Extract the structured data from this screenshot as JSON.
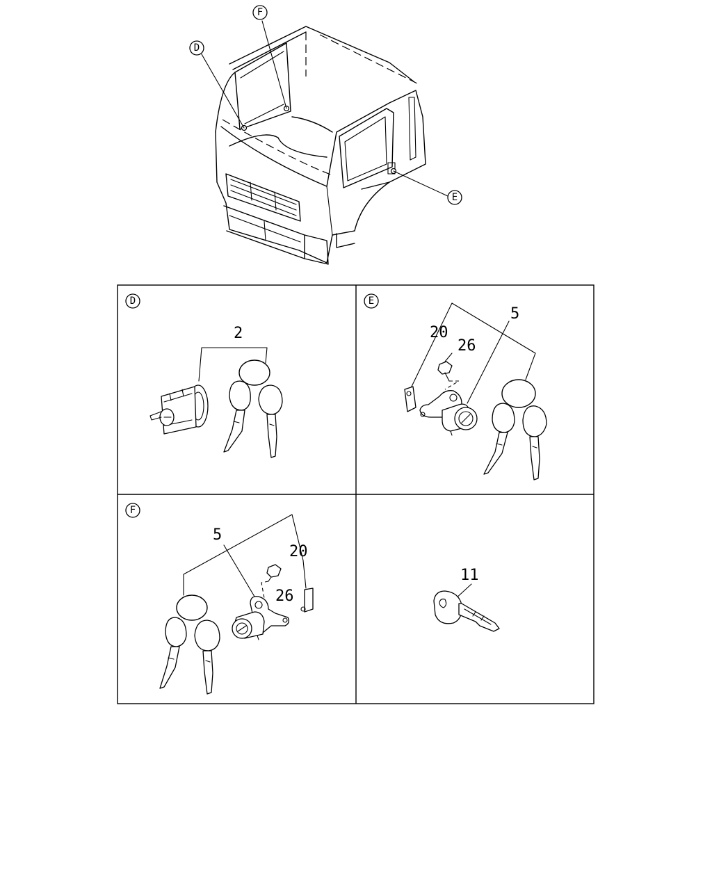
{
  "overview": {
    "callouts": [
      {
        "id": "d",
        "label": "D"
      },
      {
        "id": "f",
        "label": "F"
      },
      {
        "id": "e",
        "label": "E"
      }
    ]
  },
  "panels": {
    "d": {
      "label": "D",
      "parts": [
        "2"
      ]
    },
    "e": {
      "label": "E",
      "parts": [
        "5",
        "20",
        "26"
      ]
    },
    "f": {
      "label": "F",
      "parts": [
        "5",
        "20",
        "26"
      ]
    },
    "key": {
      "parts": [
        "11"
      ]
    }
  }
}
